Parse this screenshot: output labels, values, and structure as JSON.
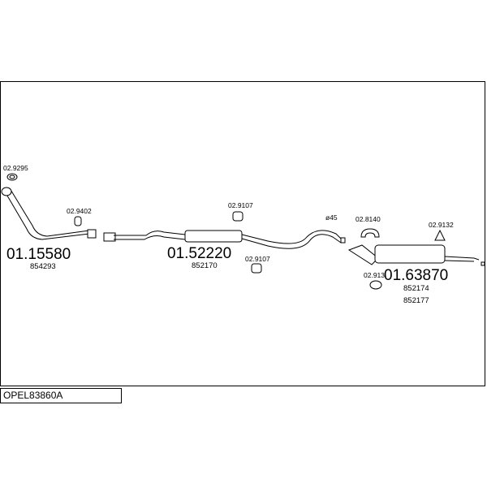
{
  "vehicle_code": "OPEL83860A",
  "parts": {
    "front_pipe": {
      "number": "01.15580",
      "ref": "854293"
    },
    "middle_muffler": {
      "number": "01.52220",
      "ref": "852170"
    },
    "rear_muffler": {
      "number": "01.63870",
      "ref_a": "852174",
      "ref_b": "852177"
    }
  },
  "accessories": {
    "a1": "02.9295",
    "a2": "02.9402",
    "a3": "02.9107",
    "a4": "02.9107",
    "a5": "ø45",
    "a6": "02.8140",
    "a7": "02.9132",
    "a8": "02.913"
  }
}
